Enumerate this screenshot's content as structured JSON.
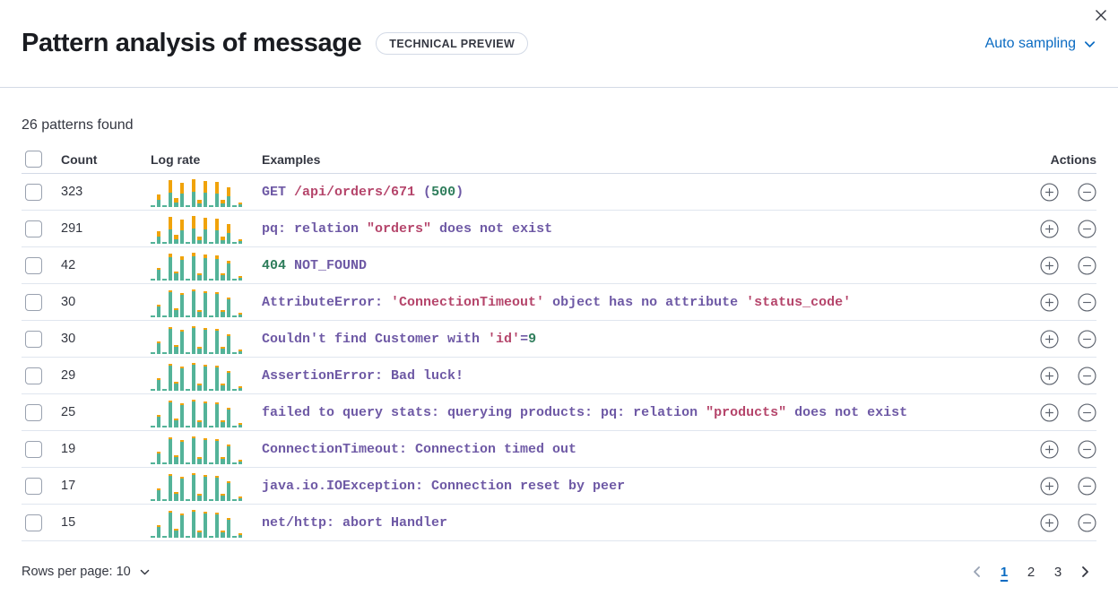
{
  "header": {
    "title": "Pattern analysis of message",
    "badge": "TECHNICAL PREVIEW",
    "sampling_label": "Auto sampling"
  },
  "summary": {
    "patterns_found": "26 patterns found"
  },
  "colors": {
    "link_blue": "#0a6bc2",
    "text_dark": "#343741",
    "divider": "#d3dae6",
    "spark_green": "#54b399",
    "spark_orange": "#f0a30a",
    "syntax_purple": "#6e59a5",
    "syntax_red": "#b5456b",
    "syntax_green": "#2e7d5b"
  },
  "table": {
    "columns": {
      "count": "Count",
      "log_rate": "Log rate",
      "examples": "Examples",
      "actions": "Actions"
    },
    "sparkline_shape": [
      0.05,
      0.45,
      0.05,
      0.97,
      0.33,
      0.88,
      0.06,
      0.99,
      0.26,
      0.93,
      0.05,
      0.9,
      0.26,
      0.7,
      0.05,
      0.16
    ],
    "rows": [
      {
        "count": "323",
        "orange_ratio": 0.45,
        "example": [
          [
            "p",
            "GET "
          ],
          [
            "r",
            "/api/orders/671"
          ],
          [
            "p",
            " ("
          ],
          [
            "g",
            "500"
          ],
          [
            "p",
            ")"
          ]
        ]
      },
      {
        "count": "291",
        "orange_ratio": 0.45,
        "example": [
          [
            "p",
            "pq: relation "
          ],
          [
            "r",
            "\"orders\""
          ],
          [
            "p",
            " does not exist"
          ]
        ]
      },
      {
        "count": "42",
        "orange_ratio": 0.14,
        "example": [
          [
            "g",
            "404"
          ],
          [
            "p",
            " NOT_FOUND"
          ]
        ]
      },
      {
        "count": "30",
        "orange_ratio": 0.07,
        "example": [
          [
            "p",
            "AttributeError: "
          ],
          [
            "r",
            "'ConnectionTimeout'"
          ],
          [
            "p",
            " object has no attribute "
          ],
          [
            "r",
            "'status_code'"
          ]
        ]
      },
      {
        "count": "30",
        "orange_ratio": 0.07,
        "example": [
          [
            "p",
            "Couldn't find Customer with "
          ],
          [
            "r",
            "'id'"
          ],
          [
            "p",
            "="
          ],
          [
            "g",
            "9"
          ]
        ]
      },
      {
        "count": "29",
        "orange_ratio": 0.07,
        "example": [
          [
            "p",
            "AssertionError: Bad luck!"
          ]
        ]
      },
      {
        "count": "25",
        "orange_ratio": 0.07,
        "example": [
          [
            "p",
            "failed to query stats: querying products: pq: relation "
          ],
          [
            "r",
            "\"products\""
          ],
          [
            "p",
            " does not exist"
          ]
        ]
      },
      {
        "count": "19",
        "orange_ratio": 0.07,
        "example": [
          [
            "p",
            "ConnectionTimeout: Connection timed out"
          ]
        ]
      },
      {
        "count": "17",
        "orange_ratio": 0.07,
        "example": [
          [
            "p",
            "java.io.IOException: Connection reset by peer"
          ]
        ]
      },
      {
        "count": "15",
        "orange_ratio": 0.07,
        "example": [
          [
            "p",
            "net/http: abort Handler"
          ]
        ]
      }
    ]
  },
  "footer": {
    "rows_per_page_label": "Rows per page: 10",
    "pagination": {
      "pages": [
        "1",
        "2",
        "3"
      ],
      "active": "1"
    }
  }
}
